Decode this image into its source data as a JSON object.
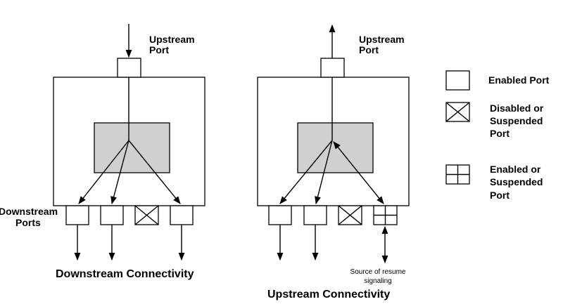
{
  "colors": {
    "hub_fill": "#d0d0d0",
    "stroke": "#000000",
    "background": "#ffffff"
  },
  "left_diagram": {
    "upstream_label_line1": "Upstream",
    "upstream_label_line2": "Port",
    "downstream_label_line1": "Downstream",
    "downstream_label_line2": "Ports",
    "caption": "Downstream Connectivity"
  },
  "right_diagram": {
    "upstream_label_line1": "Upstream",
    "upstream_label_line2": "Port",
    "resume_label_line1": "Source of resume",
    "resume_label_line2": "signaling",
    "caption": "Upstream Connectivity"
  },
  "legend": {
    "items": [
      {
        "icon": "empty-box",
        "lines": [
          "Enabled Port"
        ]
      },
      {
        "icon": "x-box",
        "lines": [
          "Disabled or",
          "Suspended",
          "Port"
        ]
      },
      {
        "icon": "cross-box",
        "lines": [
          "Enabled or",
          "Suspended",
          "Port"
        ]
      }
    ]
  }
}
